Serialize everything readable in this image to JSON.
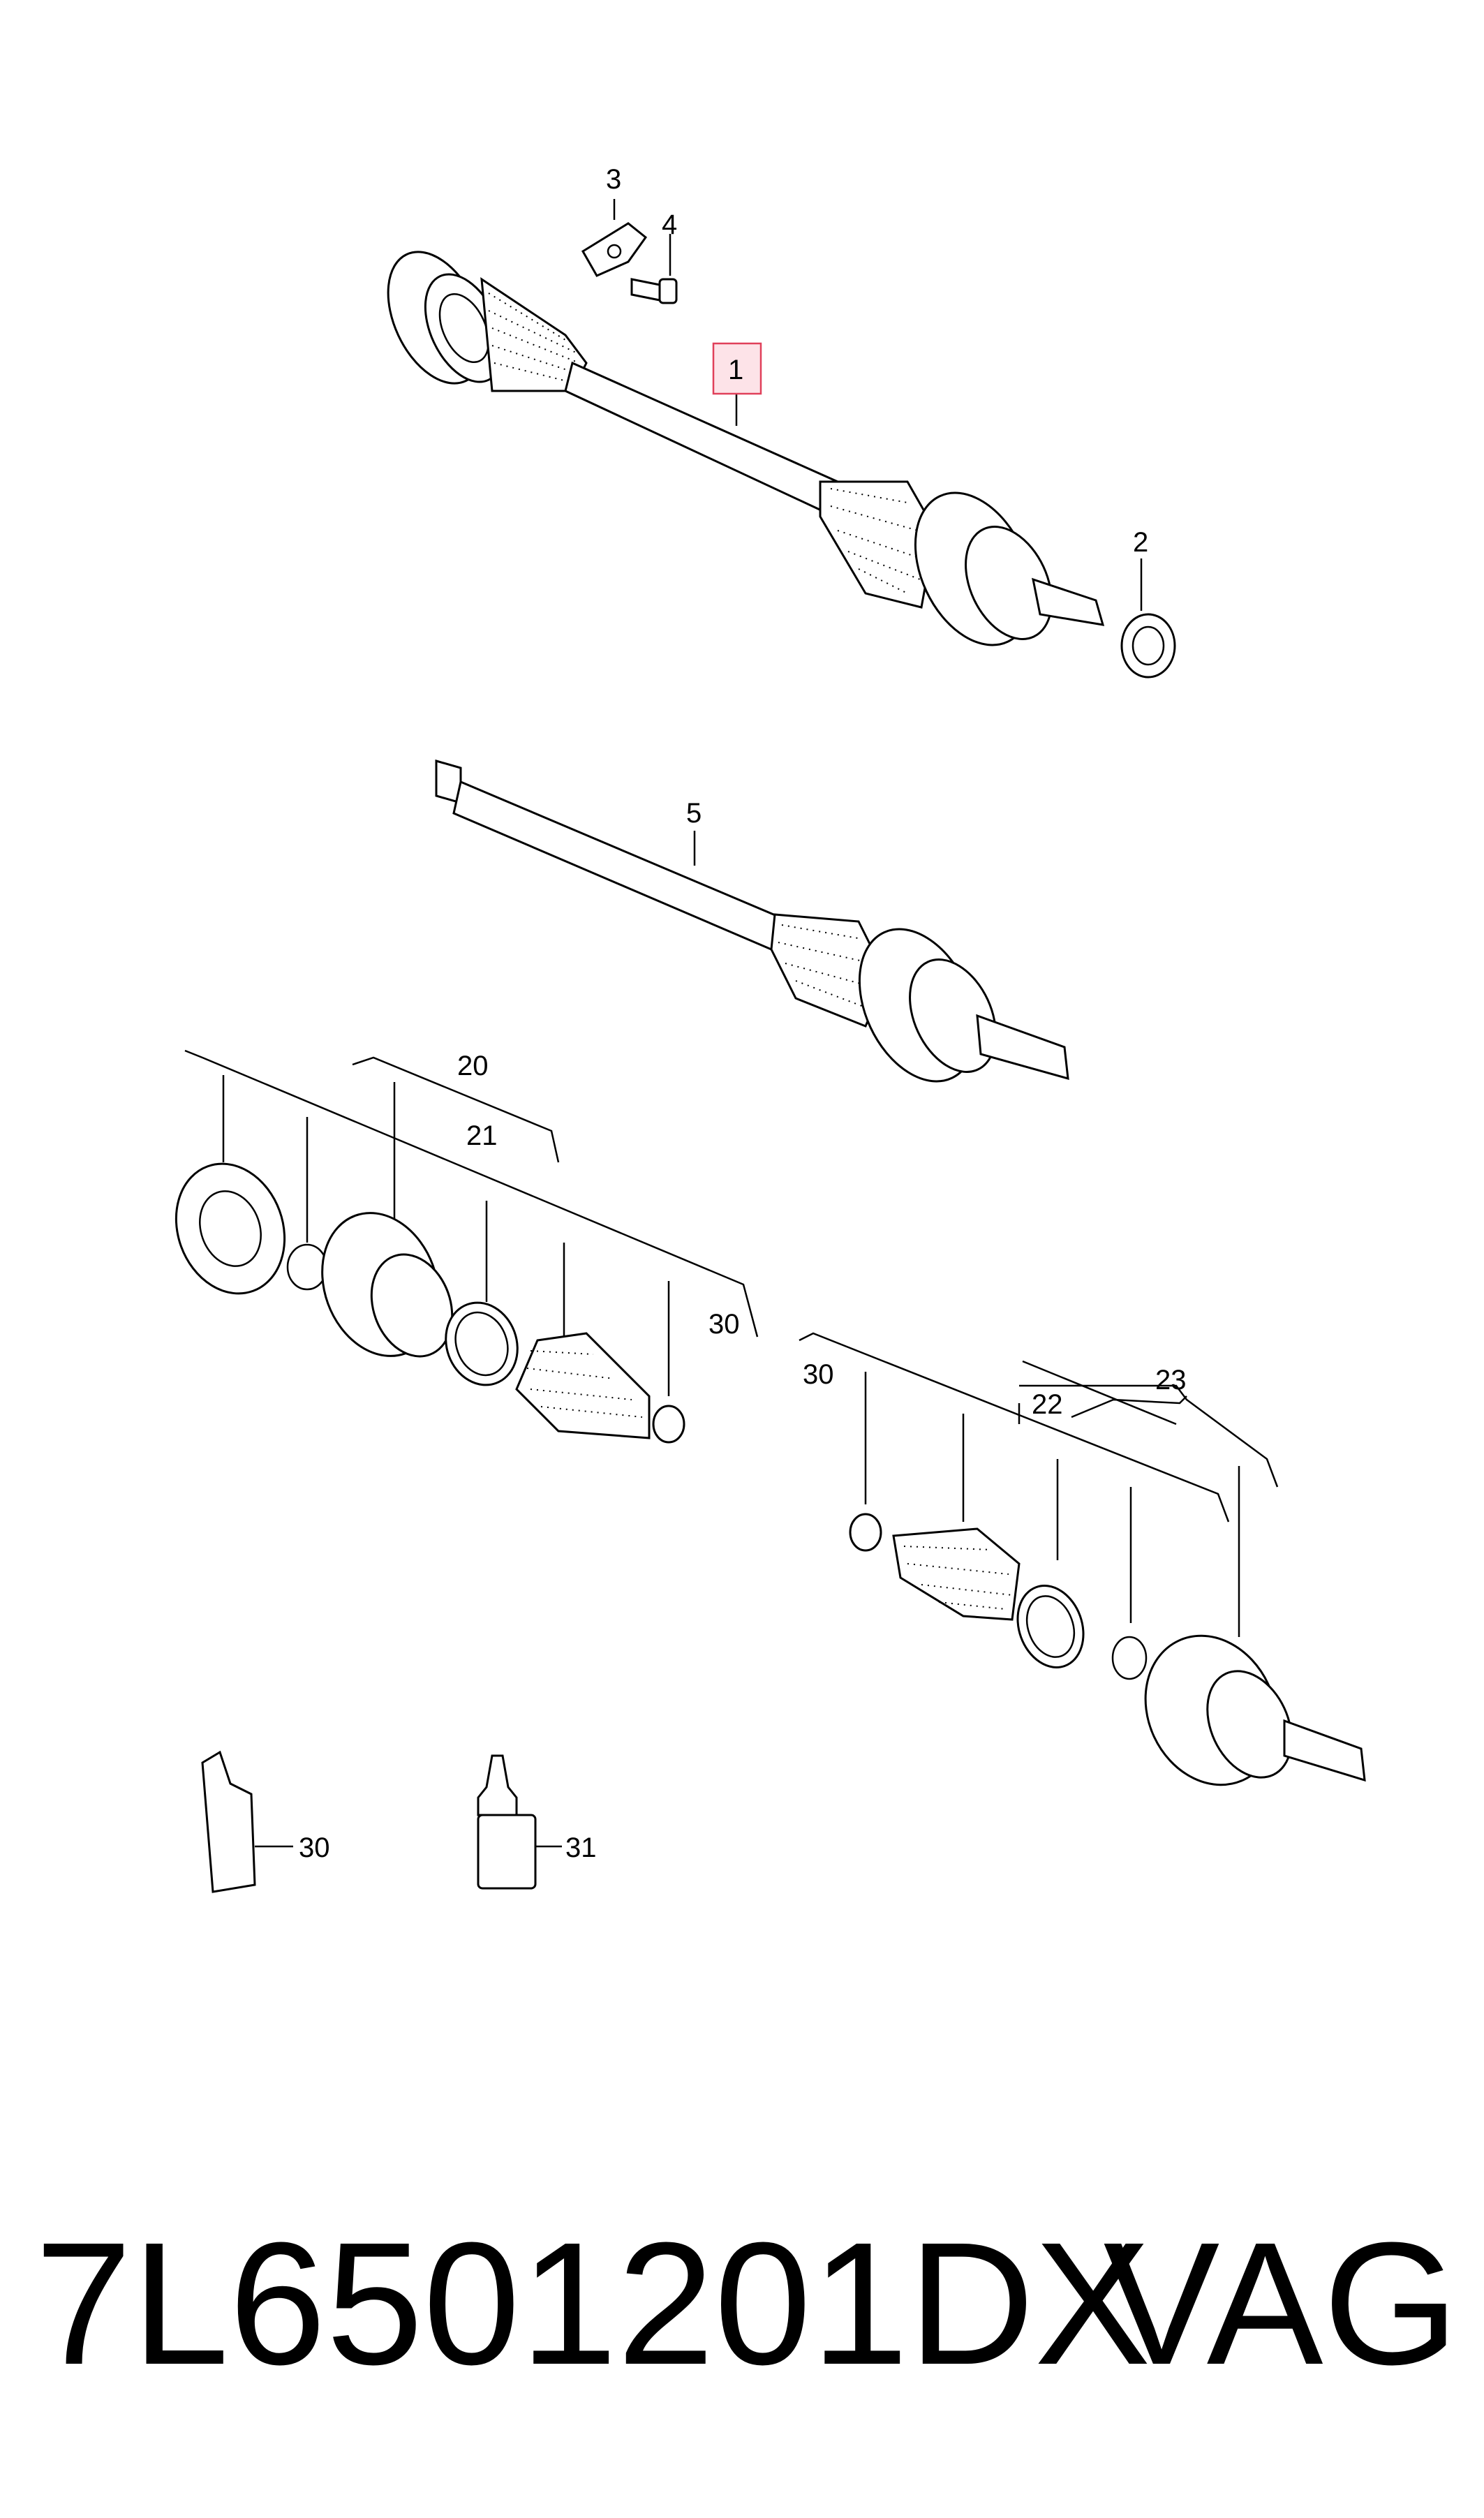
{
  "callouts": {
    "c1": "1",
    "c2": "2",
    "c3": "3",
    "c4": "4",
    "c5": "5",
    "c20": "20",
    "c21": "21",
    "c22": "22",
    "c23": "23",
    "c30a": "30",
    "c30b": "30",
    "c30c": "30",
    "c31": "31"
  },
  "highlight_color": "#e0405a",
  "caption": {
    "part_number": "7L6501201DX",
    "brand": "VAG"
  }
}
